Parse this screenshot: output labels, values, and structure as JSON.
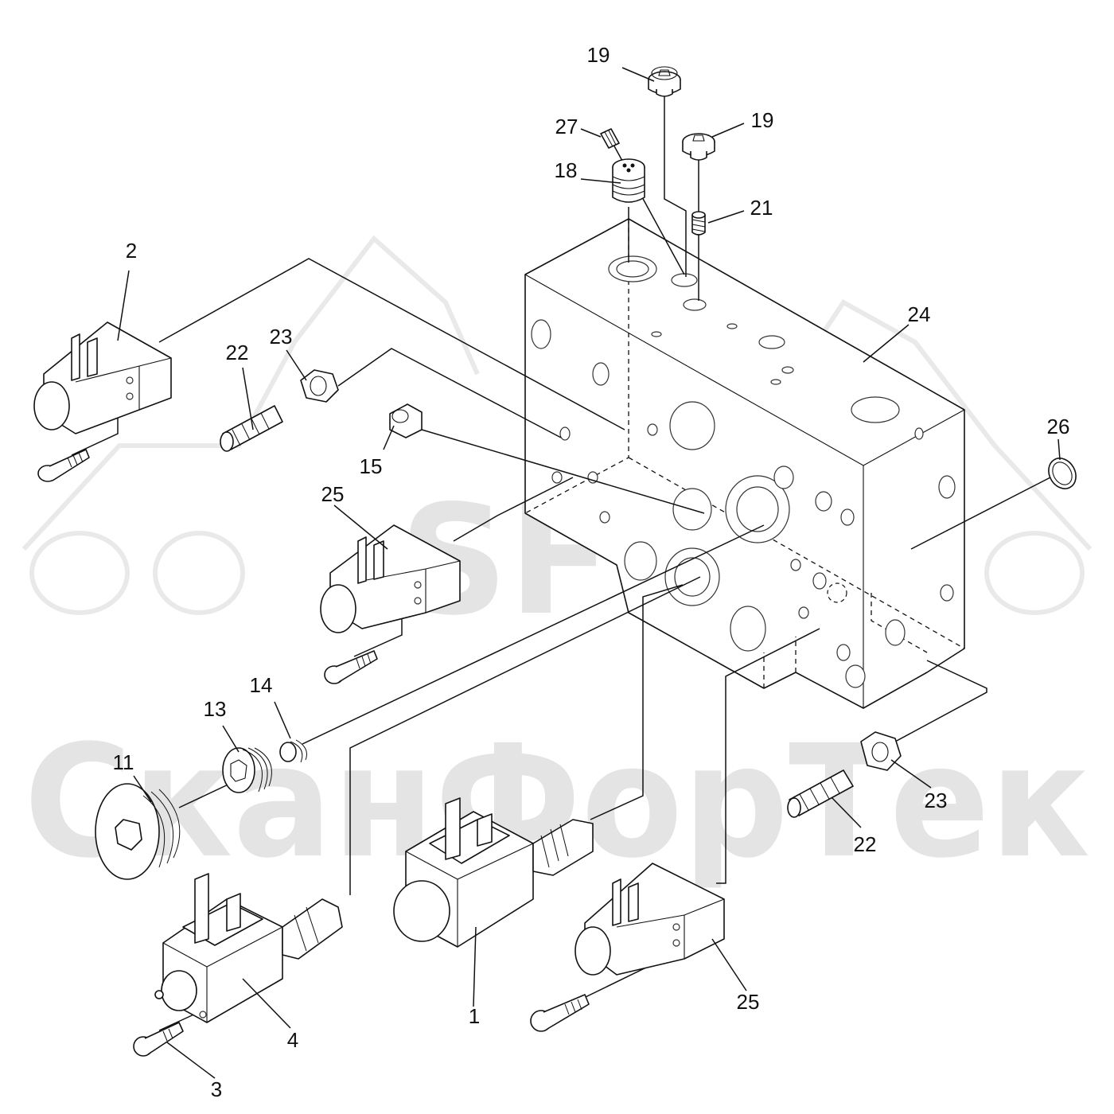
{
  "watermark": {
    "logo_text": "SFT",
    "brand_text": "СканФорТек"
  },
  "callouts": [
    {
      "id": "c1",
      "label": "1"
    },
    {
      "id": "c2",
      "label": "2"
    },
    {
      "id": "c3",
      "label": "3"
    },
    {
      "id": "c4",
      "label": "4"
    },
    {
      "id": "c11",
      "label": "11"
    },
    {
      "id": "c13",
      "label": "13"
    },
    {
      "id": "c14",
      "label": "14"
    },
    {
      "id": "c15",
      "label": "15"
    },
    {
      "id": "c18",
      "label": "18"
    },
    {
      "id": "c19a",
      "label": "19"
    },
    {
      "id": "c19b",
      "label": "19"
    },
    {
      "id": "c21",
      "label": "21"
    },
    {
      "id": "c22a",
      "label": "22"
    },
    {
      "id": "c22b",
      "label": "22"
    },
    {
      "id": "c23a",
      "label": "23"
    },
    {
      "id": "c23b",
      "label": "23"
    },
    {
      "id": "c24",
      "label": "24"
    },
    {
      "id": "c25a",
      "label": "25"
    },
    {
      "id": "c25b",
      "label": "25"
    },
    {
      "id": "c26",
      "label": "26"
    },
    {
      "id": "c27",
      "label": "27"
    }
  ]
}
